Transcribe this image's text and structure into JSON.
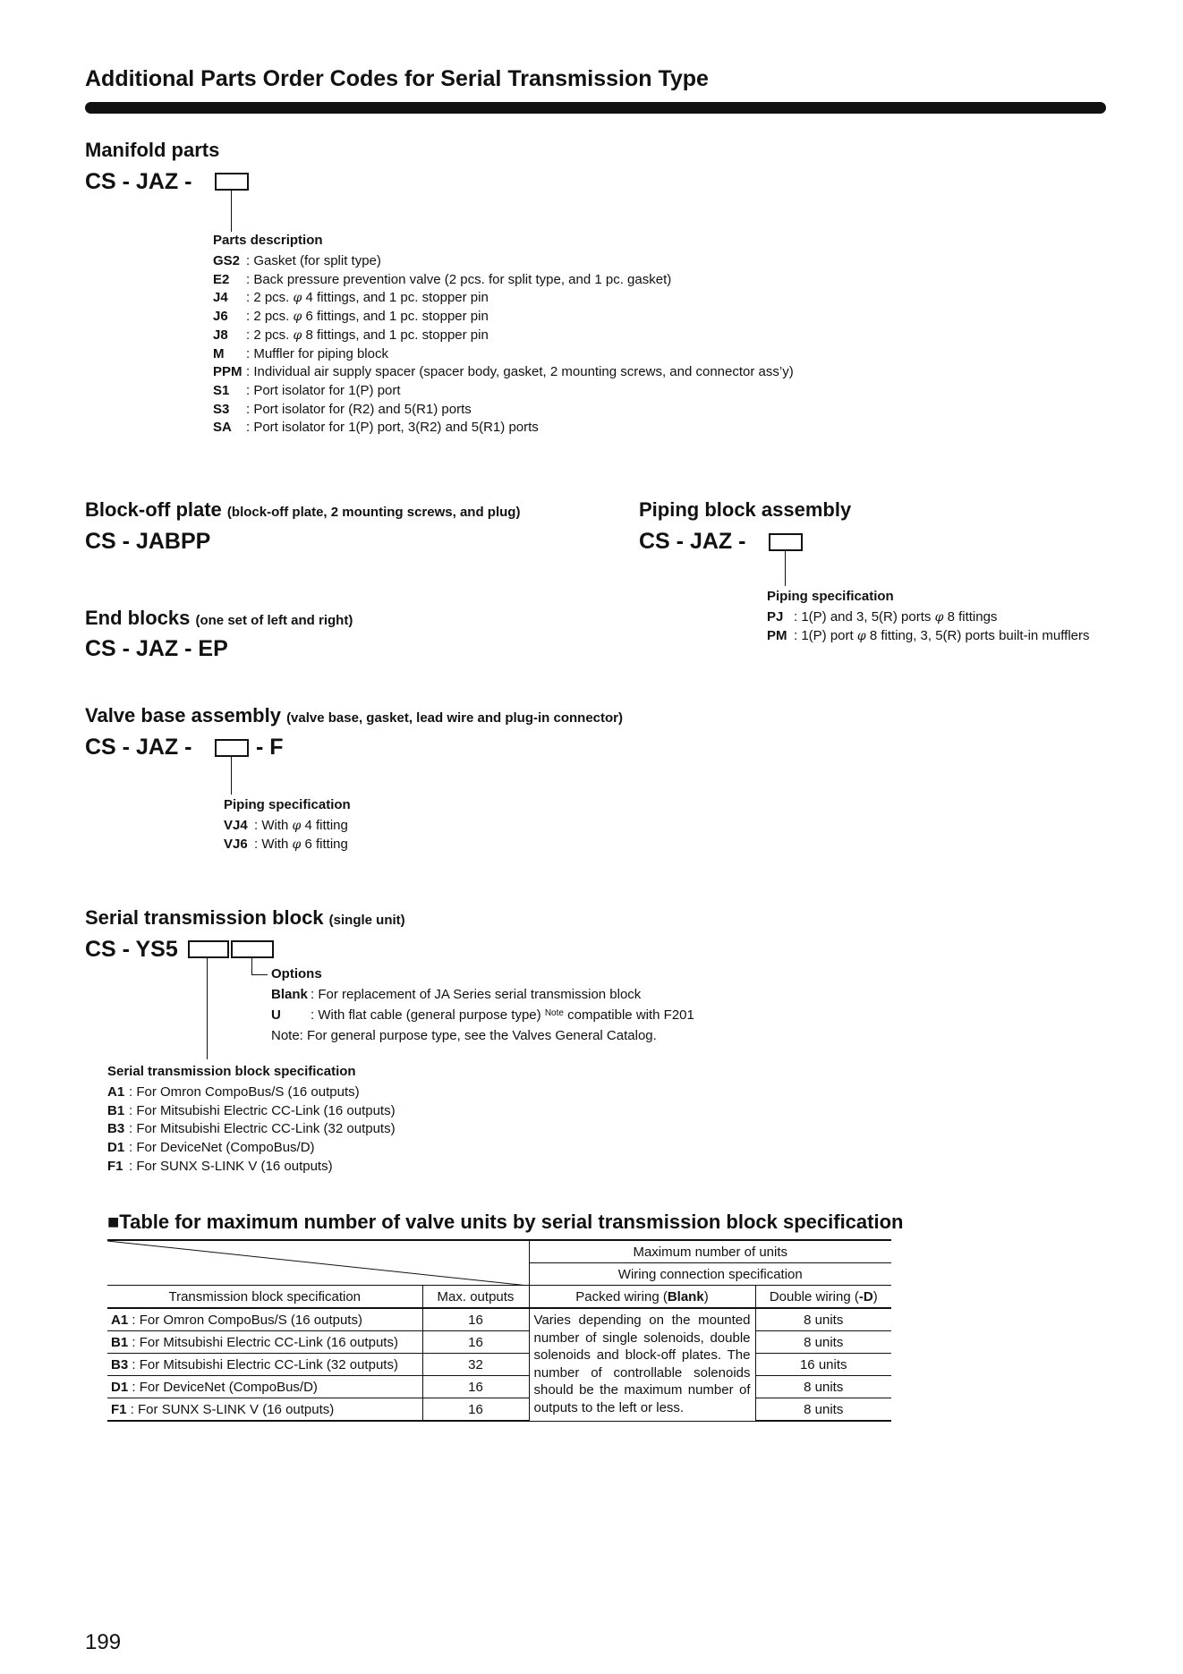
{
  "page_title": "Additional Parts Order Codes for Serial Transmission Type",
  "manifold": {
    "title": "Manifold parts",
    "code": "CS - JAZ  -",
    "options_title": "Parts description",
    "items": [
      {
        "k": "GS2",
        "v": ": Gasket (for split type)"
      },
      {
        "k": "E2",
        "v": ": Back pressure prevention valve (2 pcs. for split type, and 1 pc. gasket)"
      },
      {
        "k": "J4",
        "v": ": 2 pcs.",
        "phi": "φ",
        "v2": "4 fittings, and 1 pc. stopper pin"
      },
      {
        "k": "J6",
        "v": ": 2 pcs.",
        "phi": "φ",
        "v2": "6 fittings, and 1 pc. stopper pin"
      },
      {
        "k": "J8",
        "v": ": 2 pcs.",
        "phi": "φ",
        "v2": "8 fittings, and 1 pc. stopper pin"
      },
      {
        "k": "M",
        "v": ": Muffler for piping block"
      },
      {
        "k": "PPM",
        "v": ": Individual air supply spacer (spacer body, gasket, 2 mounting screws, and connector ass’y)"
      },
      {
        "k": "S1",
        "v": ": Port isolator for 1(P) port"
      },
      {
        "k": "S3",
        "v": ": Port isolator for (R2) and 5(R1) ports"
      },
      {
        "k": "SA",
        "v": ": Port isolator for 1(P) port, 3(R2) and 5(R1) ports"
      }
    ]
  },
  "blockoff": {
    "title": "Block-off plate",
    "subtitle": "(block-off plate, 2 mounting screws, and plug)",
    "code": "CS - JABPP"
  },
  "piping_block": {
    "title": "Piping block assembly",
    "code": "CS - JAZ  -",
    "options_title": "Piping specification",
    "items": [
      {
        "k": "PJ",
        "v": ": 1(P) and 3, 5(R) ports",
        "phi": "φ",
        "v2": "8 fittings"
      },
      {
        "k": "PM",
        "v": ": 1(P) port",
        "phi": "φ",
        "v2": "8 fitting, 3, 5(R) ports built-in mufflers"
      }
    ]
  },
  "end_blocks": {
    "title": "End blocks",
    "subtitle": "(one set of left and right)",
    "code": "CS - JAZ  -  EP"
  },
  "valve_base": {
    "title": "Valve base assembly",
    "subtitle": "(valve base, gasket, lead wire and plug-in connector)",
    "code": "CS - JAZ  -",
    "code_suffix": "- F",
    "options_title": "Piping specification",
    "items": [
      {
        "k": "VJ4",
        "v": ": With",
        "phi": "φ",
        "v2": "4 fitting"
      },
      {
        "k": "VJ6",
        "v": ": With",
        "phi": "φ",
        "v2": "6 fitting"
      }
    ]
  },
  "serial_block": {
    "title": "Serial transmission block",
    "subtitle": "(single unit)",
    "code": "CS - YS5",
    "options_title": "Options",
    "options": [
      {
        "k": "Blank",
        "v": ": For replacement of JA Series serial transmission block"
      },
      {
        "k": "U",
        "v": ": With flat cable (general purpose type)",
        "sup": "Note",
        "v2": "compatible with F201"
      }
    ],
    "note": "Note: For general purpose type, see the Valves General Catalog.",
    "spec_title": "Serial transmission block specification",
    "specs": [
      {
        "k": "A1",
        "v": ": For Omron CompoBus/S (16 outputs)"
      },
      {
        "k": "B1",
        "v": ": For Mitsubishi Electric CC-Link  (16 outputs)"
      },
      {
        "k": "B3",
        "v": ": For Mitsubishi Electric CC-Link (32 outputs)"
      },
      {
        "k": "D1",
        "v": ": For DeviceNet (CompoBus/D)"
      },
      {
        "k": "F1",
        "v": ": For SUNX S-LINK V (16 outputs)"
      }
    ]
  },
  "table": {
    "title": "■Table for maximum number of valve units by serial transmission block specification",
    "max_units": "Maximum number of units",
    "wiring_spec": "Wiring connection specification",
    "col_spec": "Transmission block specification",
    "col_max": "Max. outputs",
    "col_packed_pre": "Packed wiring (",
    "col_packed_bold": "Blank",
    "col_packed_post": ")",
    "col_double_pre": "Double wiring (",
    "col_double_bold": "-D",
    "col_double_post": ")",
    "varies": "Varies depending on the mounted number of single solenoids, double solenoids and block-off plates. The number of controllable solenoids should be the maximum number of outputs to the left or less.",
    "rows": [
      {
        "code": "A1",
        "desc": ": For Omron CompoBus/S (16 outputs)",
        "max": "16",
        "double": "8 units"
      },
      {
        "code": "B1",
        "desc": ": For Mitsubishi Electric CC-Link (16 outputs)",
        "max": "16",
        "double": "8 units"
      },
      {
        "code": "B3",
        "desc": ": For Mitsubishi Electric CC-Link (32 outputs)",
        "max": "32",
        "double": "16 units"
      },
      {
        "code": "D1",
        "desc": ": For DeviceNet (CompoBus/D)",
        "max": "16",
        "double": "8 units"
      },
      {
        "code": "F1",
        "desc": ": For SUNX S-LINK V (16 outputs)",
        "max": "16",
        "double": "8 units"
      }
    ]
  },
  "page_number": "199"
}
